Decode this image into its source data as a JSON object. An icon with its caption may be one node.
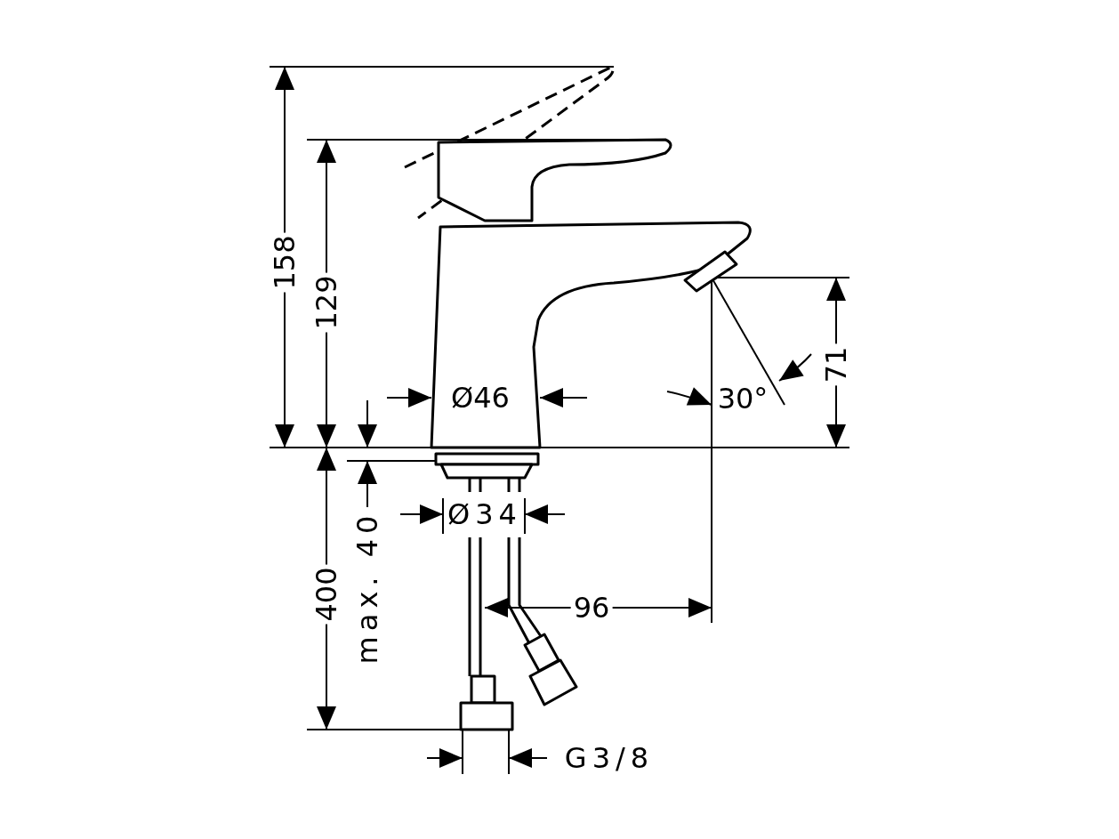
{
  "diagram": {
    "labels": [
      "158",
      "129",
      "Ø46",
      "30°",
      "71",
      "400",
      "max. 40",
      "Ø34",
      "96",
      "G3/8"
    ]
  }
}
